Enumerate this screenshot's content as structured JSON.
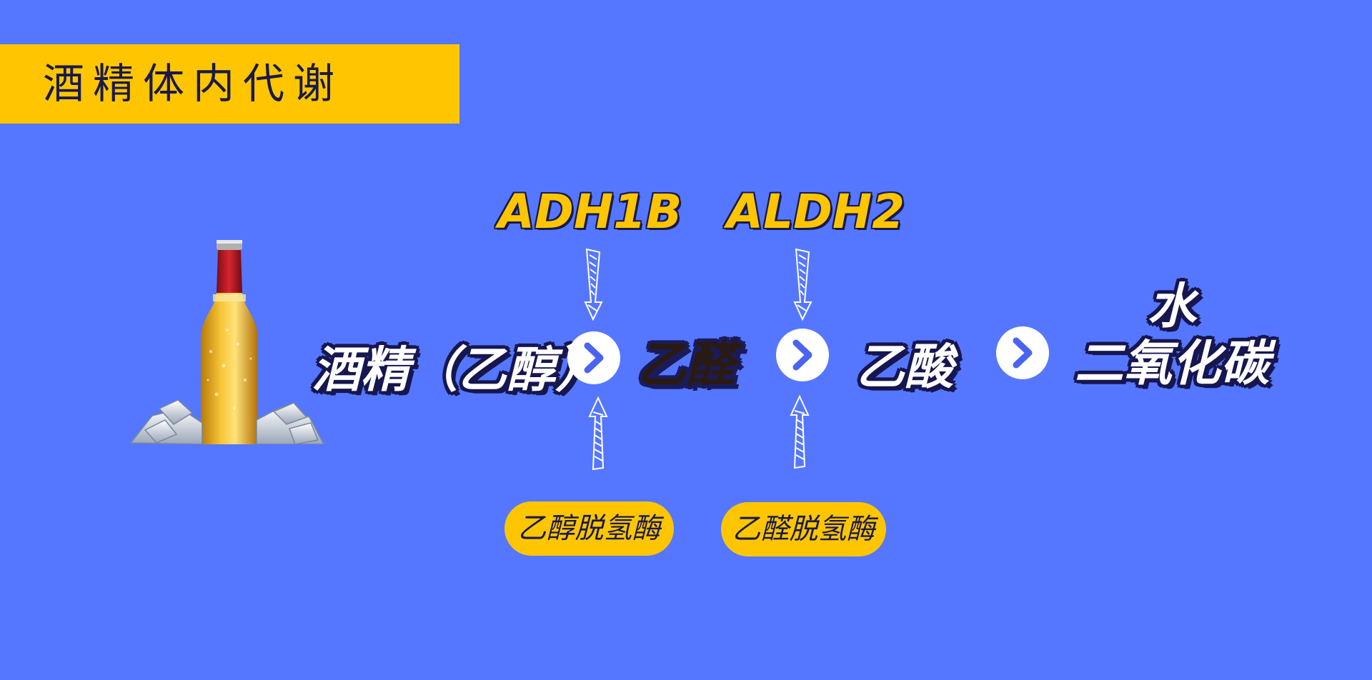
{
  "title": "酒精体内代谢",
  "enzymes": {
    "adh_code": "ADH1B",
    "aldh_code": "ALDH2",
    "adh_name": "乙醇脱氢酶",
    "aldh_name": "乙醛脱氢酶"
  },
  "pathway": {
    "step1": "酒精（乙醇）",
    "step2": "乙醛",
    "step3": "乙酸",
    "step4_line1": "水",
    "step4_line2": "二氧化碳"
  },
  "colors": {
    "background": "#5577ff",
    "accent_yellow": "#ffc600",
    "outline_navy": "#1a1a4a",
    "arrow_blue": "#4a63f0"
  },
  "icons": {
    "bottle": "beer-bottle-with-ice",
    "step_arrow": "chevron-right-in-circle",
    "enzyme_arrow": "sketch-arrow"
  }
}
